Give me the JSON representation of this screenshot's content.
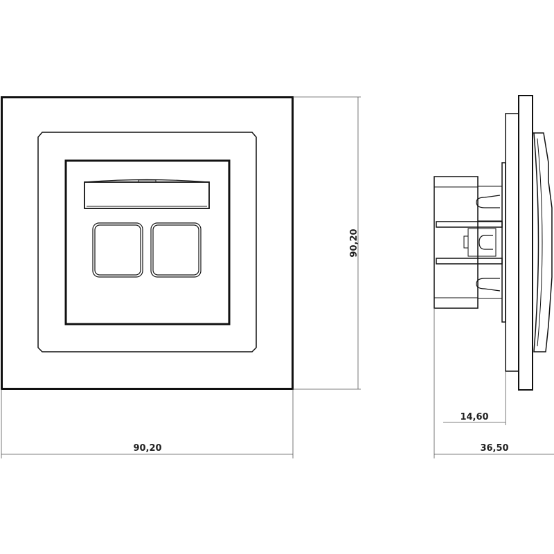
{
  "dimensions": {
    "front_width": "90,20",
    "front_height": "90,20",
    "side_mounting_depth": "14,60",
    "side_total_depth": "36,50"
  },
  "colors": {
    "line": "#111111",
    "thin": "#555555",
    "background": "#ffffff"
  }
}
